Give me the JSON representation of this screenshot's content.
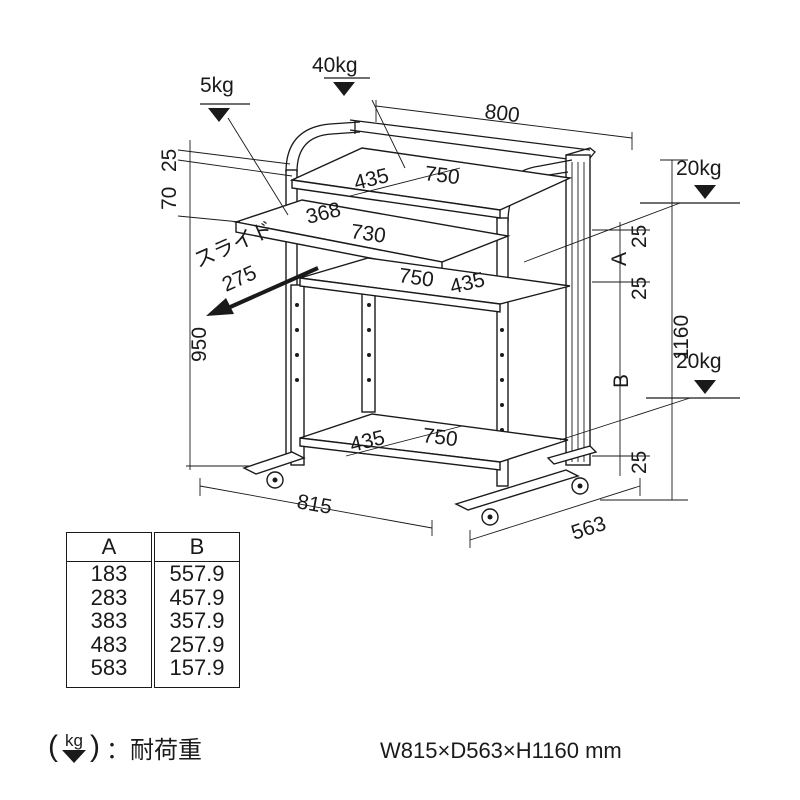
{
  "loads": {
    "top_shelf": "40kg",
    "slide_tray": "5kg",
    "middle_shelf": "20kg",
    "bottom_shelf": "20kg"
  },
  "dimensions": {
    "width_top": "800",
    "width_base": "815",
    "depth": "563",
    "height_total": "1160",
    "height_tray": "950",
    "top_shelf_depth": "435",
    "top_shelf_width": "750",
    "tray_depth": "368",
    "tray_width": "730",
    "slide_label": "スライド",
    "slide_distance": "275",
    "middle_shelf_width": "750",
    "middle_shelf_depth": "435",
    "bottom_shelf_depth": "435",
    "bottom_shelf_width": "750",
    "gap_25_top": "25",
    "gap_70": "70",
    "gap_25_mid_upper": "25",
    "gap_25_mid_lower": "25",
    "gap_25_bottom": "25",
    "label_a": "A",
    "label_b": "B"
  },
  "table": {
    "a_header": "A",
    "b_header": "B",
    "a_values": [
      "183",
      "283",
      "383",
      "483",
      "583"
    ],
    "b_values": [
      "557.9",
      "457.9",
      "357.9",
      "257.9",
      "157.9"
    ]
  },
  "legend": {
    "kg_label": "kg",
    "paren_open": "(",
    "paren_close": ")",
    "description": "：耐荷重"
  },
  "overall_size": "W815×D563×H1160 mm"
}
